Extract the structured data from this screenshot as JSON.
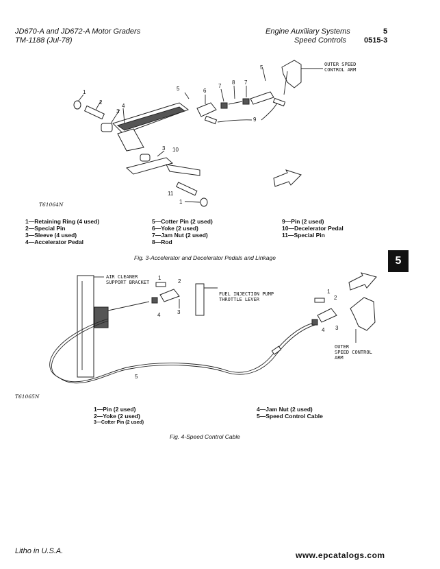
{
  "header": {
    "title_left_1": "JD670-A and JD672-A Motor Graders",
    "title_left_2": "TM-1188   (Jul-78)",
    "section_title": "Engine Auxiliary Systems",
    "section_number": "5",
    "subsection_title": "Speed Controls",
    "page_code": "0515-3"
  },
  "figure3": {
    "id": "T61064N",
    "caption": "Fig. 3-Accelerator and Decelerator Pedals and Linkage",
    "label_outer_speed_arm": "OUTER SPEED\nCONTROL ARM",
    "callouts": [
      "1",
      "2",
      "3",
      "4",
      "5",
      "6",
      "7",
      "8",
      "7",
      "9",
      "3",
      "10",
      "11",
      "1",
      "5"
    ],
    "legend_col1": [
      "1—Retaining Ring (4 used)",
      "2—Special Pin",
      "3—Sleeve (4 used)",
      "4—Accelerator Pedal"
    ],
    "legend_col2": [
      "5—Cotter Pin (2 used)",
      "6—Yoke (2 used)",
      "7—Jam Nut (2 used)",
      "8—Rod"
    ],
    "legend_col3": [
      "9—Pin (2 used)",
      "10—Decelerator Pedal",
      "11—Special Pin"
    ]
  },
  "section_tab": "5",
  "figure4": {
    "id": "T61065N",
    "caption": "Fig. 4-Speed Control Cable",
    "label_air_cleaner": "AIR CLEANER\nSUPPORT BRACKET",
    "label_fuel_pump": "FUEL INJECTION PUMP\nTHROTTLE LEVER",
    "label_outer_speed": "OUTER\nSPEED CONTROL\nARM",
    "callouts": [
      "1",
      "2",
      "4",
      "3",
      "5",
      "1",
      "2",
      "4",
      "3"
    ],
    "legend_col1": [
      "1—Pin (2 used)",
      "2—Yoke (2 used)",
      "3—Cotter Pin (2 used)"
    ],
    "legend_col2": [
      "4—Jam Nut (2 used)",
      "5—Speed Control Cable"
    ]
  },
  "footer": {
    "litho": "Litho in U.S.A.",
    "watermark": "www.epcatalogs.com"
  }
}
